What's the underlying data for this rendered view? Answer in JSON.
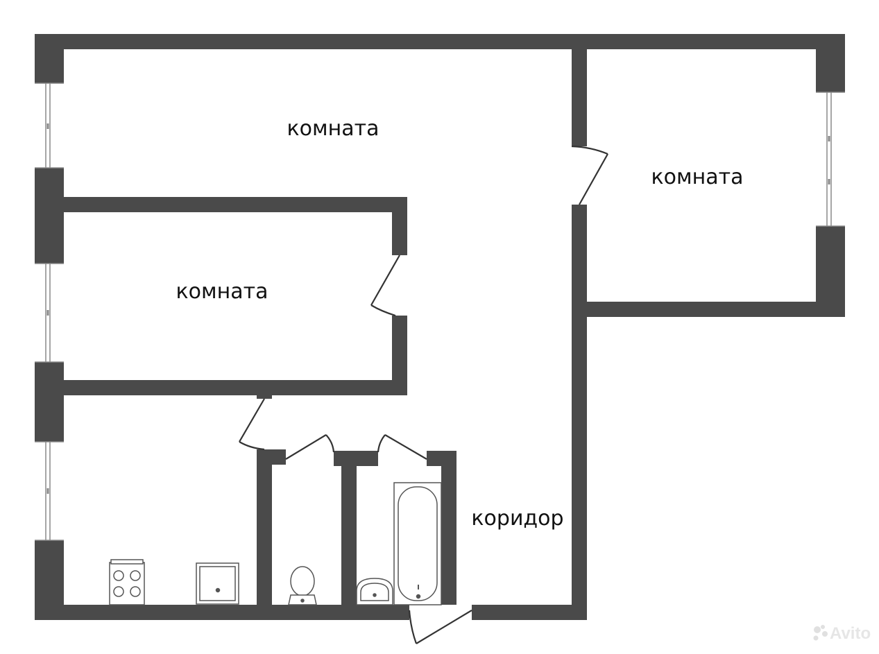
{
  "rooms": {
    "room_top": {
      "label": "комната"
    },
    "room_middle": {
      "label": "комната"
    },
    "room_right": {
      "label": "комната"
    },
    "corridor": {
      "label": "коридор"
    }
  },
  "watermark": {
    "text": "Avito"
  },
  "colors": {
    "wall": "#4a4a4a",
    "window": "#ffffff",
    "fixture_stroke": "#555555",
    "background": "#ffffff",
    "watermark": "#e6e6e6"
  }
}
